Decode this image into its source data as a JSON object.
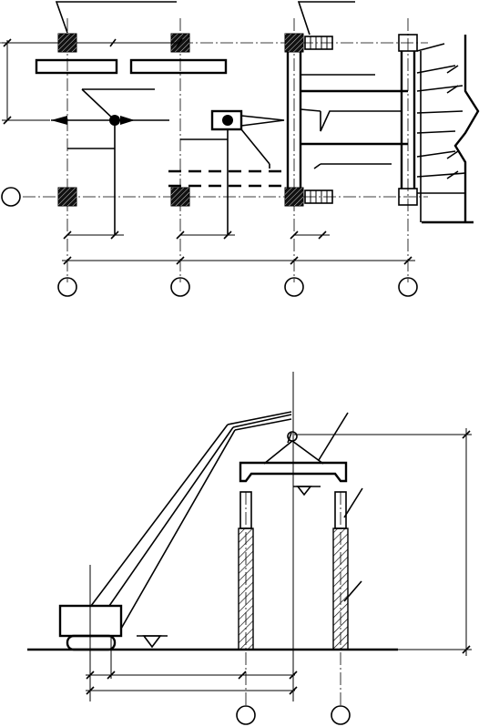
{
  "plan_view": {
    "axis_markers": [
      {
        "id": "plan-axis-bubble-row",
        "label": ""
      },
      {
        "id": "plan-axis-bubble-1",
        "label": ""
      },
      {
        "id": "plan-axis-bubble-2",
        "label": ""
      },
      {
        "id": "plan-axis-bubble-3",
        "label": ""
      },
      {
        "id": "plan-axis-bubble-4",
        "label": ""
      }
    ]
  },
  "section_view": {
    "axis_markers": [
      {
        "id": "section-axis-bubble-1",
        "label": ""
      },
      {
        "id": "section-axis-bubble-2",
        "label": ""
      }
    ],
    "level_markers": [
      "ground-level-triangle",
      "bearing-level-triangle"
    ]
  },
  "colors": {
    "line": "#000000",
    "background": "#ffffff",
    "column_fill": "#111111"
  }
}
